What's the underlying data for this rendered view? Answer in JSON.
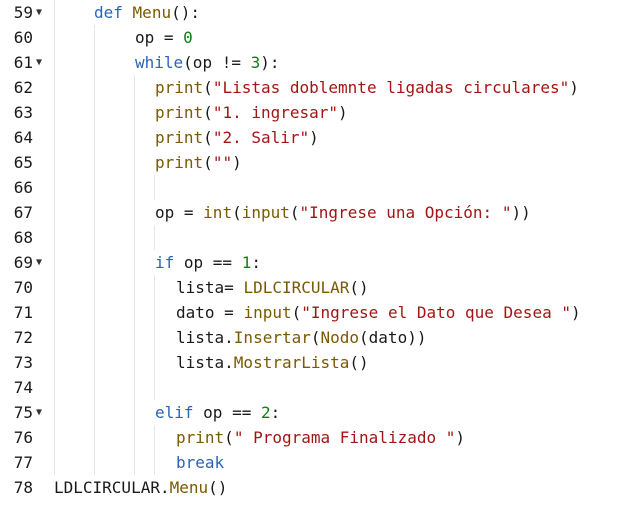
{
  "colors": {
    "keyword": "#2a64b9",
    "function": "#7a5a00",
    "string": "#a31515",
    "number": "#0f7f12",
    "text": "#1a1a1a",
    "guide": "#e6e6e6"
  },
  "icons": {
    "fold": "fold-triangle-down-icon"
  },
  "lines": [
    {
      "number": "59",
      "foldable": true,
      "indent": 2,
      "tokens": [
        {
          "t": "def",
          "c": "kw"
        },
        {
          "t": " ",
          "c": "plain"
        },
        {
          "t": "Menu",
          "c": "fn"
        },
        {
          "t": "():",
          "c": "plain"
        }
      ]
    },
    {
      "number": "60",
      "foldable": false,
      "indent": 4,
      "tokens": [
        {
          "t": "op = ",
          "c": "plain"
        },
        {
          "t": "0",
          "c": "num-lit"
        }
      ]
    },
    {
      "number": "61",
      "foldable": true,
      "indent": 4,
      "tokens": [
        {
          "t": "while",
          "c": "kw"
        },
        {
          "t": "(op != ",
          "c": "plain"
        },
        {
          "t": "3",
          "c": "num-lit"
        },
        {
          "t": "):",
          "c": "plain"
        }
      ]
    },
    {
      "number": "62",
      "foldable": false,
      "indent": 5,
      "tokens": [
        {
          "t": "print",
          "c": "fn"
        },
        {
          "t": "(",
          "c": "plain"
        },
        {
          "t": "\"Listas doblemnte ligadas circulares\"",
          "c": "str"
        },
        {
          "t": ")",
          "c": "plain"
        }
      ]
    },
    {
      "number": "63",
      "foldable": false,
      "indent": 5,
      "tokens": [
        {
          "t": "print",
          "c": "fn"
        },
        {
          "t": "(",
          "c": "plain"
        },
        {
          "t": "\"1. ingresar\"",
          "c": "str"
        },
        {
          "t": ")",
          "c": "plain"
        }
      ]
    },
    {
      "number": "64",
      "foldable": false,
      "indent": 5,
      "tokens": [
        {
          "t": "print",
          "c": "fn"
        },
        {
          "t": "(",
          "c": "plain"
        },
        {
          "t": "\"2. Salir\"",
          "c": "str"
        },
        {
          "t": ")",
          "c": "plain"
        }
      ]
    },
    {
      "number": "65",
      "foldable": false,
      "indent": 5,
      "tokens": [
        {
          "t": "print",
          "c": "fn"
        },
        {
          "t": "(",
          "c": "plain"
        },
        {
          "t": "\"\"",
          "c": "str"
        },
        {
          "t": ")",
          "c": "plain"
        }
      ]
    },
    {
      "number": "66",
      "foldable": false,
      "indent": 0,
      "tokens": []
    },
    {
      "number": "67",
      "foldable": false,
      "indent": 5,
      "tokens": [
        {
          "t": "op = ",
          "c": "plain"
        },
        {
          "t": "int",
          "c": "fn"
        },
        {
          "t": "(",
          "c": "plain"
        },
        {
          "t": "input",
          "c": "fn"
        },
        {
          "t": "(",
          "c": "plain"
        },
        {
          "t": "\"Ingrese una Opción: \"",
          "c": "str"
        },
        {
          "t": "))",
          "c": "plain"
        }
      ]
    },
    {
      "number": "68",
      "foldable": false,
      "indent": 0,
      "tokens": []
    },
    {
      "number": "69",
      "foldable": true,
      "indent": 5,
      "tokens": [
        {
          "t": "if",
          "c": "kw"
        },
        {
          "t": " op == ",
          "c": "plain"
        },
        {
          "t": "1",
          "c": "num-lit"
        },
        {
          "t": ":",
          "c": "plain"
        }
      ]
    },
    {
      "number": "70",
      "foldable": false,
      "indent": 6,
      "tokens": [
        {
          "t": "lista= ",
          "c": "plain"
        },
        {
          "t": "LDLCIRCULAR",
          "c": "fn"
        },
        {
          "t": "()",
          "c": "plain"
        }
      ]
    },
    {
      "number": "71",
      "foldable": false,
      "indent": 6,
      "tokens": [
        {
          "t": "dato = ",
          "c": "plain"
        },
        {
          "t": "input",
          "c": "fn"
        },
        {
          "t": "(",
          "c": "plain"
        },
        {
          "t": "\"Ingrese el Dato que Desea \"",
          "c": "str"
        },
        {
          "t": ")",
          "c": "plain"
        }
      ]
    },
    {
      "number": "72",
      "foldable": false,
      "indent": 6,
      "tokens": [
        {
          "t": "lista.",
          "c": "plain"
        },
        {
          "t": "Insertar",
          "c": "fn"
        },
        {
          "t": "(",
          "c": "plain"
        },
        {
          "t": "Nodo",
          "c": "fn"
        },
        {
          "t": "(dato))",
          "c": "plain"
        }
      ]
    },
    {
      "number": "73",
      "foldable": false,
      "indent": 6,
      "tokens": [
        {
          "t": "lista.",
          "c": "plain"
        },
        {
          "t": "MostrarLista",
          "c": "fn"
        },
        {
          "t": "()",
          "c": "plain"
        }
      ]
    },
    {
      "number": "74",
      "foldable": false,
      "indent": 0,
      "tokens": []
    },
    {
      "number": "75",
      "foldable": true,
      "indent": 5,
      "tokens": [
        {
          "t": "elif",
          "c": "kw"
        },
        {
          "t": " op == ",
          "c": "plain"
        },
        {
          "t": "2",
          "c": "num-lit"
        },
        {
          "t": ":",
          "c": "plain"
        }
      ]
    },
    {
      "number": "76",
      "foldable": false,
      "indent": 6,
      "tokens": [
        {
          "t": "print",
          "c": "fn"
        },
        {
          "t": "(",
          "c": "plain"
        },
        {
          "t": "\" Programa Finalizado \"",
          "c": "str"
        },
        {
          "t": ")",
          "c": "plain"
        }
      ]
    },
    {
      "number": "77",
      "foldable": false,
      "indent": 6,
      "tokens": [
        {
          "t": "break",
          "c": "kw"
        }
      ]
    },
    {
      "number": "78",
      "foldable": false,
      "indent": 0,
      "tokens": [
        {
          "t": "LDLCIRCULAR",
          "c": "plain"
        },
        {
          "t": ".",
          "c": "plain"
        },
        {
          "t": "Menu",
          "c": "fn"
        },
        {
          "t": "()",
          "c": "plain"
        }
      ]
    }
  ]
}
